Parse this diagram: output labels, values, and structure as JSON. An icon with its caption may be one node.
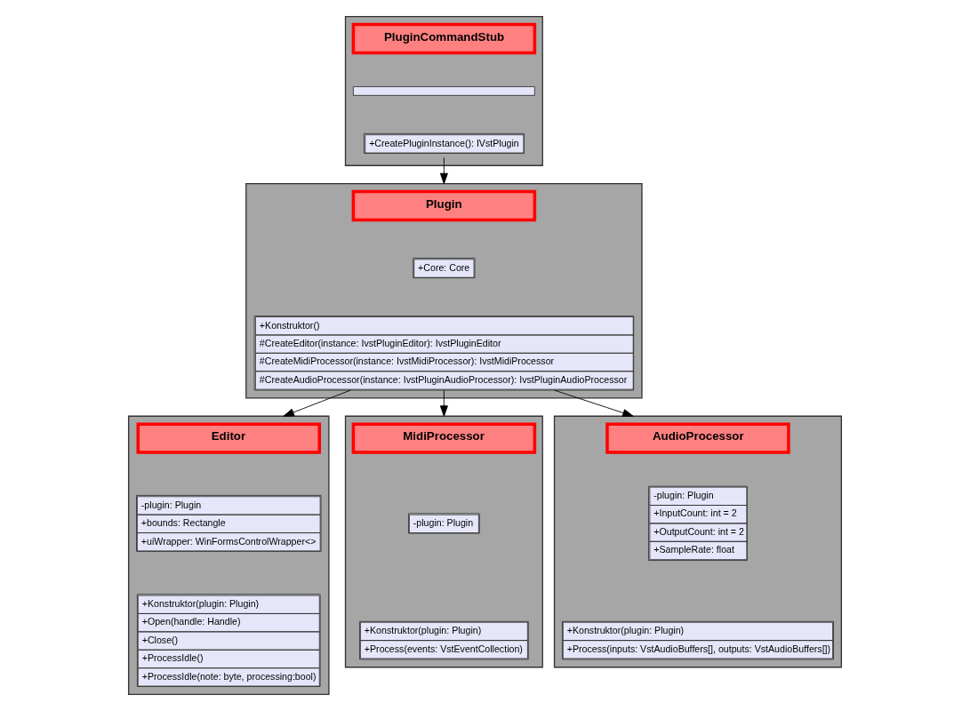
{
  "diagram": {
    "nodes": [
      {
        "text": [],
        "shape": "box"
      },
      {
        "text": [
          "PluginCommandStub"
        ],
        "in": 0
      },
      {
        "text": [],
        "shape": "box",
        "in": 0
      },
      {
        "text": [
          "+CreatePluginInstance(): IVstPlugin"
        ],
        "in": 0
      },
      {
        "text": [],
        "shape": "box"
      },
      {
        "text": [
          "Editor"
        ],
        "in": 4
      },
      {
        "text": [
          "-plugin: Plugin",
          "+bounds: Rectangle",
          "+uiWrapper: WinFormsControlWrapper<>"
        ],
        "in": 4
      },
      {
        "text": [
          "+Konstruktor(plugin: Plugin)",
          "+Open(handle: Handle)",
          "+Close()",
          "+ProcessIdle()",
          "+ProcessIdle(note: byte, processing:bool)"
        ],
        "in": 4
      },
      {
        "text": [],
        "shape": "box"
      },
      {
        "text": [
          "Plugin"
        ],
        "in": 8
      },
      {
        "text": [
          "+Core: Core"
        ],
        "in": 8
      },
      {
        "text": [
          "+Konstruktor()",
          "#CreateEditor(instance: IvstPluginEditor): IvstPluginEditor",
          "#CreateMidiProcessor(instance: IvstMidiProcessor): IvstMidiProcessor",
          "#CreateAudioProcessor(instance: IvstPluginAudioProcessor): IvstPluginAudioProcessor"
        ],
        "in": 8
      },
      {
        "text": [],
        "shape": "box"
      },
      {
        "text": [
          "MidiProcessor"
        ],
        "in": 12
      },
      {
        "text": [
          "-plugin: Plugin"
        ],
        "in": 12
      },
      {
        "text": [
          "+Konstruktor(plugin: Plugin)",
          "+Process(events: VstEventCollection)"
        ],
        "in": 12
      },
      {
        "text": [],
        "shape": "box"
      },
      {
        "text": [
          "AudioProcessor"
        ],
        "in": 16
      },
      {
        "text": [
          "-plugin: Plugin",
          "+InputCount: int = 2",
          "+OutputCount: int = 2",
          "+SampleRate: float"
        ],
        "in": 16
      },
      {
        "text": [
          "+Konstruktor(plugin: Plugin)",
          "+Process(inputs: VstAudioBuffers[], outputs: VstAudioBuffers[])"
        ],
        "in": 16
      }
    ],
    "edges": [
      {
        "from": 3,
        "to": 8,
        "arrow": "to"
      },
      {
        "from": 11,
        "to": 4,
        "arrow": "to"
      },
      {
        "from": 11,
        "to": 12,
        "arrow": "to"
      },
      {
        "from": 11,
        "to": 16,
        "arrow": "to"
      }
    ]
  }
}
